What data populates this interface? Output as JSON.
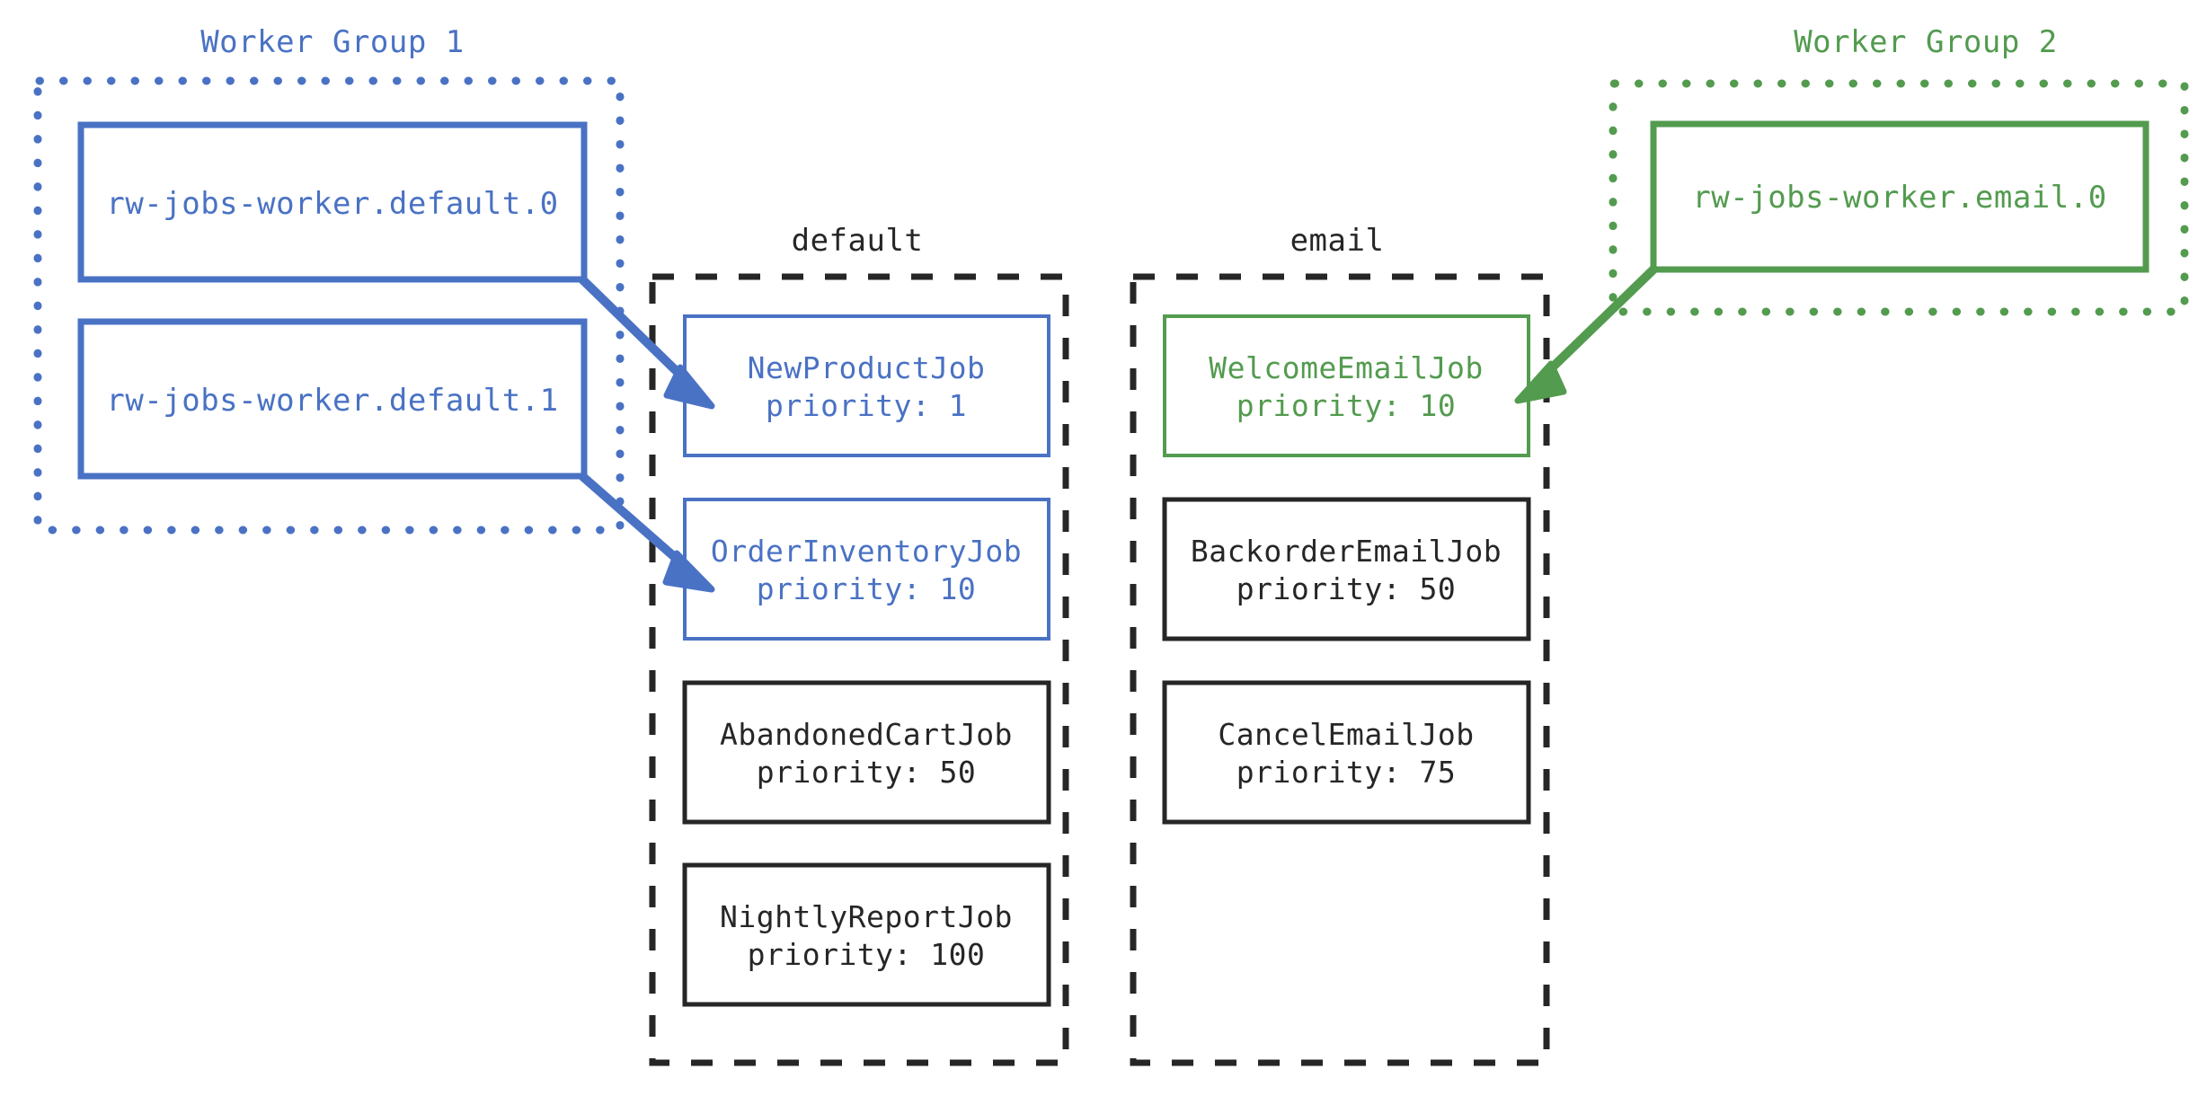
{
  "colors": {
    "blue": "#4a72c4",
    "green": "#539b4f",
    "dark": "#262626",
    "background": "#ffffff"
  },
  "worker_groups": [
    {
      "label": "Worker Group 1",
      "color": "#4a72c4",
      "workers": [
        {
          "name": "rw-jobs-worker.default.0"
        },
        {
          "name": "rw-jobs-worker.default.1"
        }
      ]
    },
    {
      "label": "Worker Group 2",
      "color": "#539b4f",
      "workers": [
        {
          "name": "rw-jobs-worker.email.0"
        }
      ]
    }
  ],
  "queues": [
    {
      "label": "default",
      "jobs": [
        {
          "name": "NewProductJob",
          "priority_line": "priority: 1",
          "priority": 1,
          "highlight": "blue"
        },
        {
          "name": "OrderInventoryJob",
          "priority_line": "priority: 10",
          "priority": 10,
          "highlight": "blue"
        },
        {
          "name": "AbandonedCartJob",
          "priority_line": "priority: 50",
          "priority": 50,
          "highlight": "none"
        },
        {
          "name": "NightlyReportJob",
          "priority_line": "priority: 100",
          "priority": 100,
          "highlight": "none"
        }
      ]
    },
    {
      "label": "email",
      "jobs": [
        {
          "name": "WelcomeEmailJob",
          "priority_line": "priority: 10",
          "priority": 10,
          "highlight": "green"
        },
        {
          "name": "BackorderEmailJob",
          "priority_line": "priority: 50",
          "priority": 50,
          "highlight": "none"
        },
        {
          "name": "CancelEmailJob",
          "priority_line": "priority: 75",
          "priority": 75,
          "highlight": "none"
        }
      ]
    }
  ],
  "connections": [
    {
      "from": "rw-jobs-worker.default.0",
      "to": "NewProductJob",
      "color": "#4a72c4"
    },
    {
      "from": "rw-jobs-worker.default.1",
      "to": "OrderInventoryJob",
      "color": "#4a72c4"
    },
    {
      "from": "rw-jobs-worker.email.0",
      "to": "WelcomeEmailJob",
      "color": "#539b4f"
    }
  ]
}
